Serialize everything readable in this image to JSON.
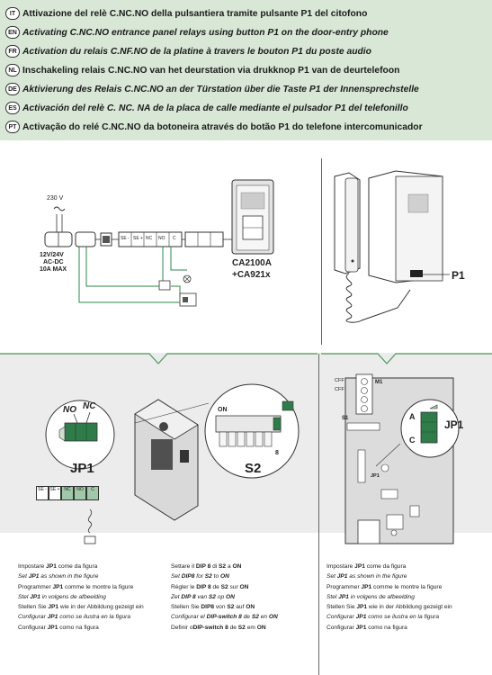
{
  "header": {
    "rows": [
      {
        "code": "IT",
        "text": "Attivazione del relè C.NC.NO della pulsantiera tramite pulsante P1 del citofono",
        "italic": false
      },
      {
        "code": "EN",
        "text": "Activating C.NC.NO entrance panel relays using button P1 on the door-entry phone",
        "italic": true
      },
      {
        "code": "FR",
        "text": "Activation du relais C.NF.NO de la platine à travers le bouton P1 du poste audio",
        "italic": true
      },
      {
        "code": "NL",
        "text": "Inschakeling relais C.NC.NO van het deurstation via drukknop P1 van de deurtelefoon",
        "italic": false
      },
      {
        "code": "DE",
        "text": "Aktivierung des Relais C.NC.NO an der Türstation über die Taste P1 der Innensprechstelle",
        "italic": true
      },
      {
        "code": "ES",
        "text": "Activación del relè C. NC. NA de la placa de calle mediante el pulsador P1 del telefonillo",
        "italic": true
      },
      {
        "code": "PT",
        "text": "Activação do relé C.NC.NO da botoneira através do botão P1 do telefone intercomunicador",
        "italic": false
      }
    ]
  },
  "wiring": {
    "voltage_top": "230 V",
    "supply_lines": [
      "12V/24V",
      "AC-DC",
      "10A MAX"
    ],
    "terminals": [
      "SE -",
      "SE +",
      "NC",
      "NO",
      "C"
    ],
    "panel_model": "CA2100A",
    "panel_module": "+CA921x"
  },
  "phone": {
    "button_label": "P1"
  },
  "jp1_panel": {
    "contacts": [
      "NO",
      "NC"
    ],
    "label": "JP1",
    "terminals": [
      "SE -",
      "SE +",
      "NC",
      "NO",
      "C"
    ]
  },
  "s2_panel": {
    "on_label": "ON",
    "switch_number": "8",
    "label": "S2"
  },
  "right_panel": {
    "terminal_labels": [
      "CFF",
      "CFF"
    ],
    "m1_label": "M1",
    "s1_label": "S1",
    "jp1_small": "JP1",
    "contact_a": "A",
    "contact_c": "C",
    "label": "JP1"
  },
  "instructions": {
    "left": [
      {
        "pre": "Impostare ",
        "bold": "JP1",
        "post": " come da figura"
      },
      {
        "pre": "Set ",
        "bold": "JP1",
        "post": " as shown in the figure"
      },
      {
        "pre": "Programmer ",
        "bold": "JP1",
        "post": " comme le montre la figure"
      },
      {
        "pre": "Stel ",
        "bold": "JP1",
        "post": " in volgens de afbeelding"
      },
      {
        "pre": "Stellen Sie ",
        "bold": "JP1",
        "post": " wie in der Abbildung gezeigt ein"
      },
      {
        "pre": "Configurar ",
        "bold": "JP1",
        "post": " como se ilustra en la figura"
      },
      {
        "pre": "Configurar ",
        "bold": "JP1",
        "post": " como na figura"
      }
    ],
    "middle": [
      {
        "pre": "Settare il ",
        "bold": "DIP 8",
        "mid": " di ",
        "bold2": "S2",
        "mid2": " a ",
        "bold3": "ON"
      },
      {
        "pre": "Set ",
        "bold": "DIP8",
        "mid": " for ",
        "bold2": "S2",
        "mid2": " to ",
        "bold3": "ON"
      },
      {
        "pre": "Régler le ",
        "bold": "DIP 8",
        "mid": " de ",
        "bold2": "S2",
        "mid2": " sur ",
        "bold3": "ON"
      },
      {
        "pre": "Zet ",
        "bold": "DIP 8",
        "mid": " van ",
        "bold2": "S2",
        "mid2": " op ",
        "bold3": "ON"
      },
      {
        "pre": "Stellen Sie ",
        "bold": "DIP8",
        "mid": " von ",
        "bold2": "S2",
        "mid2": " auf ",
        "bold3": "ON"
      },
      {
        "pre": "Configurar el ",
        "bold": "DIP-switch 8",
        "mid": " de ",
        "bold2": "S2",
        "mid2": " en ",
        "bold3": "ON"
      },
      {
        "pre": "Definir o",
        "bold": "DIP-switch 8",
        "mid": " de ",
        "bold2": "S2",
        "mid2": " em ",
        "bold3": "ON"
      }
    ],
    "right": [
      {
        "pre": "Impostare ",
        "bold": "JP1",
        "post": " come da figura"
      },
      {
        "pre": "Set ",
        "bold": "JP1",
        "post": " as shown in the figure"
      },
      {
        "pre": "Programmer ",
        "bold": "JP1",
        "post": " comme le montre la figure"
      },
      {
        "pre": "Stel ",
        "bold": "JP1",
        "post": " in volgens de afbeelding"
      },
      {
        "pre": "Stellen Sie ",
        "bold": "JP1",
        "post": " wie in der Abbildung gezeigt ein"
      },
      {
        "pre": "Configurar ",
        "bold": "JP1",
        "post": " como se ilustra en la figura"
      },
      {
        "pre": "Configurar ",
        "bold": "JP1",
        "post": " como na figura"
      }
    ]
  }
}
